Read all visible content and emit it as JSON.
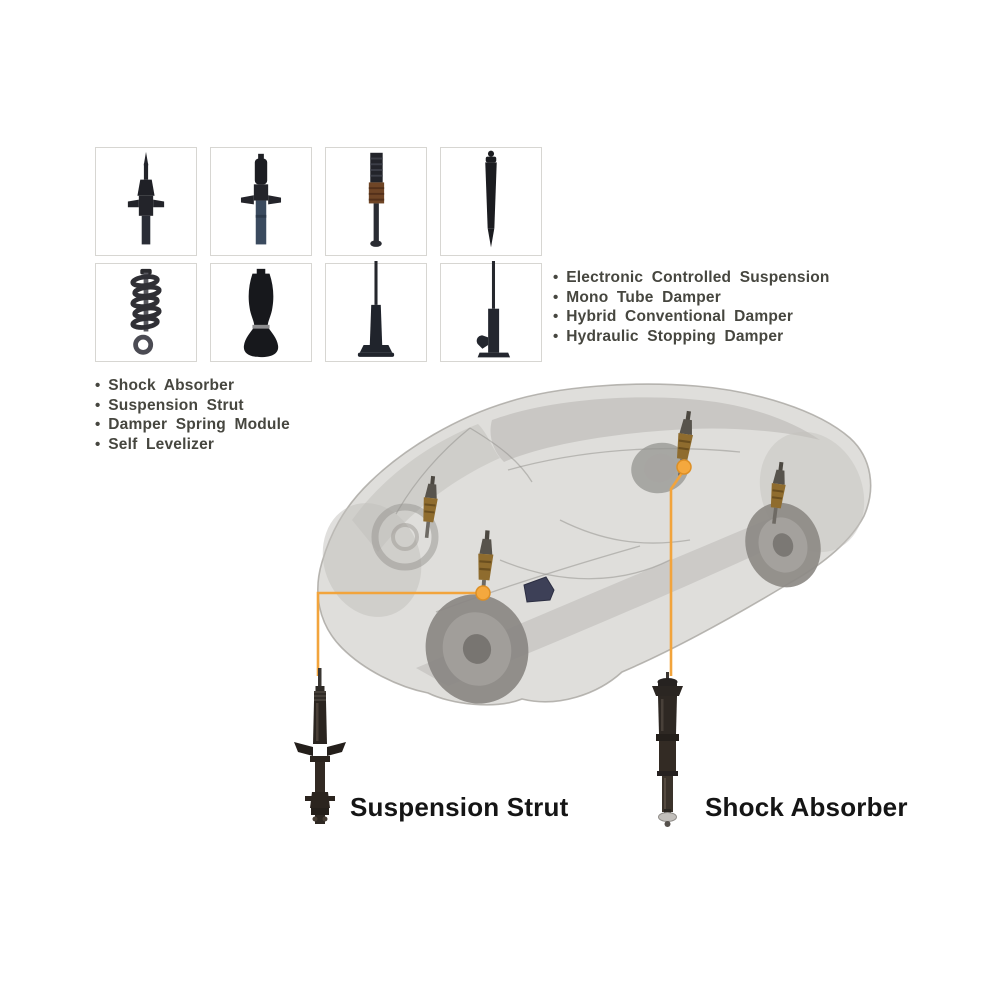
{
  "figure": {
    "accent_color": "#F2A43C",
    "bullet": "•",
    "product_grid": {
      "items": [
        {
          "icon": "strut-insert-icon"
        },
        {
          "icon": "suspension-strut-icon"
        },
        {
          "icon": "boot-damper-icon"
        },
        {
          "icon": "gas-damper-icon"
        },
        {
          "icon": "coil-spring-module-icon"
        },
        {
          "icon": "air-bellows-spring-icon"
        },
        {
          "icon": "rod-damper-icon"
        },
        {
          "icon": "foot-damper-icon"
        }
      ]
    },
    "left_list": {
      "items": [
        "Shock Absorber",
        "Suspension Strut",
        "Damper Spring Module",
        "Self Levelizer"
      ]
    },
    "right_list": {
      "items": [
        "Electronic Controlled Suspension",
        "Mono Tube Damper",
        "Hybrid Conventional Damper",
        "Hydraulic Stopping Damper"
      ]
    },
    "callouts": {
      "front_label": "Suspension Strut",
      "rear_label": "Shock Absorber"
    }
  }
}
